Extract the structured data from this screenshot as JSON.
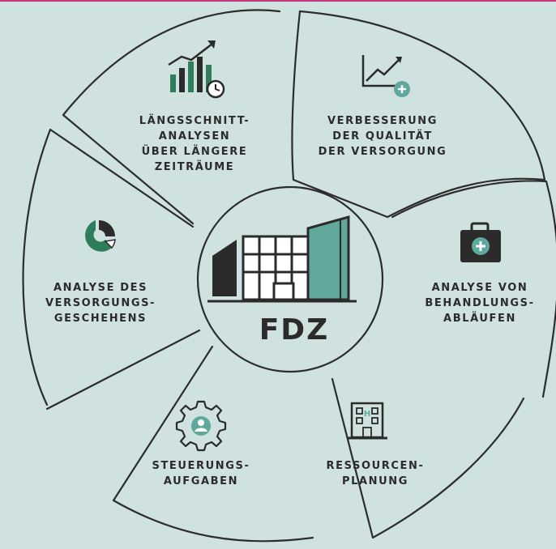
{
  "center": {
    "title": "FDZ",
    "icon": "building-icon"
  },
  "segments": [
    {
      "id": "laengsschnitt",
      "label": "LÄNGSSCHNITT-\nANALYSEN\nÜBER LÄNGERE\nZEITRÄUME",
      "icon": "bar-chart-clock-icon"
    },
    {
      "id": "qualitaet",
      "label": "VERBESSERUNG\nDER QUALITÄT\nDER VERSORGUNG",
      "icon": "line-chart-plus-icon"
    },
    {
      "id": "behandlung",
      "label": "ANALYSE VON\nBEHANDLUNGS-\nABLÄUFEN",
      "icon": "medical-kit-icon"
    },
    {
      "id": "ressourcen",
      "label": "RESSOURCEN-\nPLANUNG",
      "icon": "hospital-building-icon"
    },
    {
      "id": "steuerung",
      "label": "STEUERUNGS-\nAUFGABEN",
      "icon": "gear-person-icon"
    },
    {
      "id": "versorgung",
      "label": "ANALYSE DES\nVERSORGUNGS-\nGESCHEHENS",
      "icon": "donut-chart-icon"
    }
  ],
  "colors": {
    "background": "#cfe2e0",
    "line": "#2c2c2c",
    "accent_teal": "#5fa89b",
    "dark_green": "#2e7d5b",
    "top_rule": "#c2367a"
  }
}
